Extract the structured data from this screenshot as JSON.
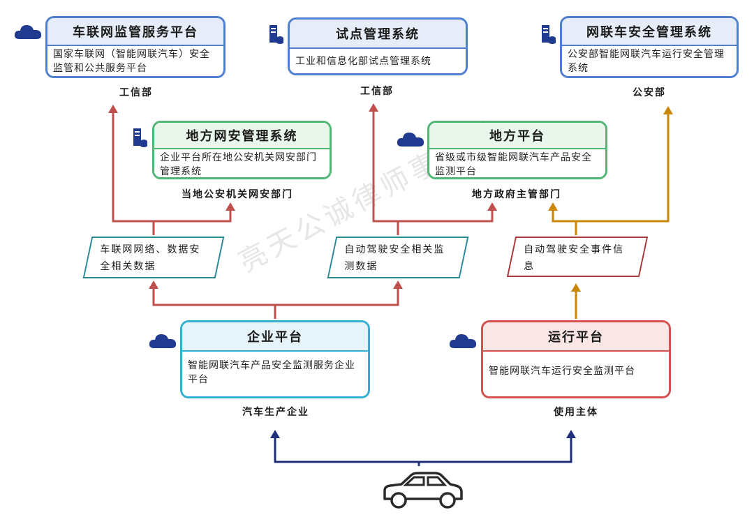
{
  "colors": {
    "blue": "#4f7fd0",
    "green": "#52b676",
    "cyan": "#35b0d4",
    "red": "#d65050",
    "arrow_red": "#c0504d",
    "arrow_gold": "#c8860a",
    "arrow_navy": "#1f2f7a",
    "icon_navy": "#1f3a8f"
  },
  "top": {
    "vehicle_platform": {
      "icon": "cloud-icon",
      "title": "车联网监管服务平台",
      "desc": "国家车联网（智能网联汽车）安全监管和公共服务平台",
      "owner": "工信部"
    },
    "pilot_system": {
      "icon": "server-icon",
      "title": "试点管理系统",
      "desc": "工业和信息化部试点管理系统",
      "owner": "工信部"
    },
    "security_system": {
      "icon": "server-icon",
      "title": "网联车安全管理系统",
      "desc": "公安部智能网联汽车运行安全管理系统",
      "owner": "公安部"
    }
  },
  "middle": {
    "local_security": {
      "icon": "server-icon",
      "title": "地方网安管理系统",
      "desc": "企业平台所在地公安机关网安部门管理系统",
      "owner": "当地公安机关网安部门"
    },
    "local_platform": {
      "icon": "cloud-icon",
      "title": "地方平台",
      "desc": "省级或市级智能网联汽车产品安全监测平台",
      "owner": "地方政府主管部门"
    }
  },
  "data_flows": {
    "network_data": "车联网网络、数据安全相关数据",
    "autodrive_data": "自动驾驶安全相关监测数据",
    "event_info": "自动驾驶安全事件信息"
  },
  "bottom": {
    "enterprise_platform": {
      "icon": "cloud-icon",
      "title": "企业平台",
      "desc": "智能网联汽车产品安全监测服务企业平台",
      "owner": "汽车生产企业"
    },
    "operation_platform": {
      "icon": "cloud-icon",
      "title": "运行平台",
      "desc": "智能网联汽车运行安全监测平台",
      "owner": "使用主体"
    }
  },
  "vehicle": {
    "icon": "car-icon"
  },
  "watermark": "亮天公诚律师事务所"
}
